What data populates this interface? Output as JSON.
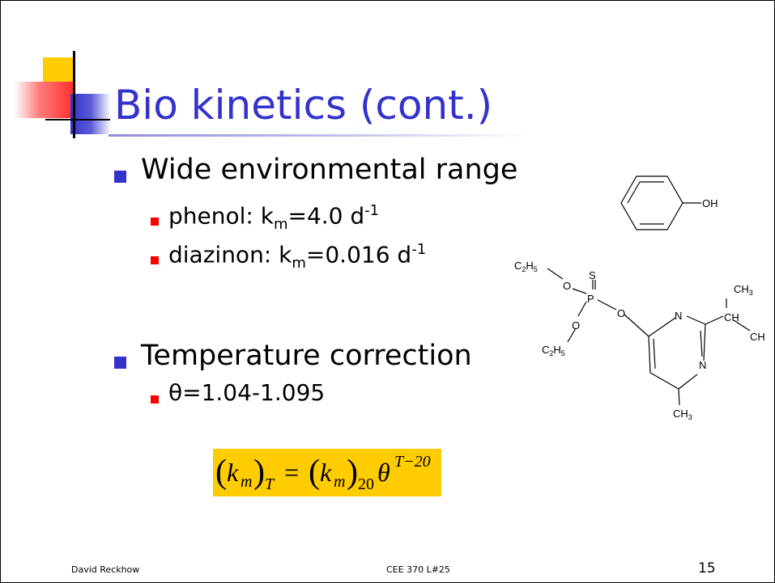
{
  "slide": {
    "title": "Bio kinetics (cont.)",
    "bullets": [
      {
        "text": "Wide environmental range",
        "sub": [
          {
            "prefix": "phenol: k",
            "sub": "m",
            "mid": "=4.0 d",
            "sup": "-1"
          },
          {
            "prefix": "diazinon: k",
            "sub": "m",
            "mid": "=0.016 d",
            "sup": "-1"
          }
        ]
      },
      {
        "text": "Temperature correction",
        "sub": [
          {
            "text": "θ=1.04-1.095"
          }
        ]
      }
    ],
    "formula": {
      "lhs_k": "k",
      "lhs_sub_m": "m",
      "lhs_sub_T": "T",
      "equals": "=",
      "rhs_k": "k",
      "rhs_sub_m": "m",
      "rhs_sub_20": "20",
      "theta": "θ",
      "exponent": "T−20"
    },
    "structures": {
      "phenol": {
        "oh": "OH"
      },
      "diazinon": {
        "ethyl_top_c": "C",
        "ethyl_top_2": "2",
        "ethyl_top_h": "H",
        "ethyl_top_5": "5",
        "ethyl_bot_c": "C",
        "ethyl_bot_2": "2",
        "ethyl_bot_h": "H",
        "ethyl_bot_5": "5",
        "o_top": "O",
        "o_bottom": "O",
        "o_right": "O",
        "p": "P",
        "s": "S",
        "n_top": "N",
        "n_bottom": "N",
        "ch_ch": "CH",
        "ch3_top_c": "CH",
        "ch3_top_3": "3",
        "ch_right": "CH",
        "ch3_bot_c": "CH",
        "ch3_bot_3": "3"
      }
    },
    "footer": {
      "author": "David Reckhow",
      "course": "CEE 370 L#25",
      "page": "15"
    }
  },
  "colors": {
    "title": "#3333CC",
    "bullet_level1": "#3333CC",
    "bullet_level2": "#FF0000",
    "formula_bg": "#FFCC00",
    "accent_yellow": "#FFCC00",
    "accent_red": "#FF3333",
    "accent_blue": "#3333CC"
  }
}
